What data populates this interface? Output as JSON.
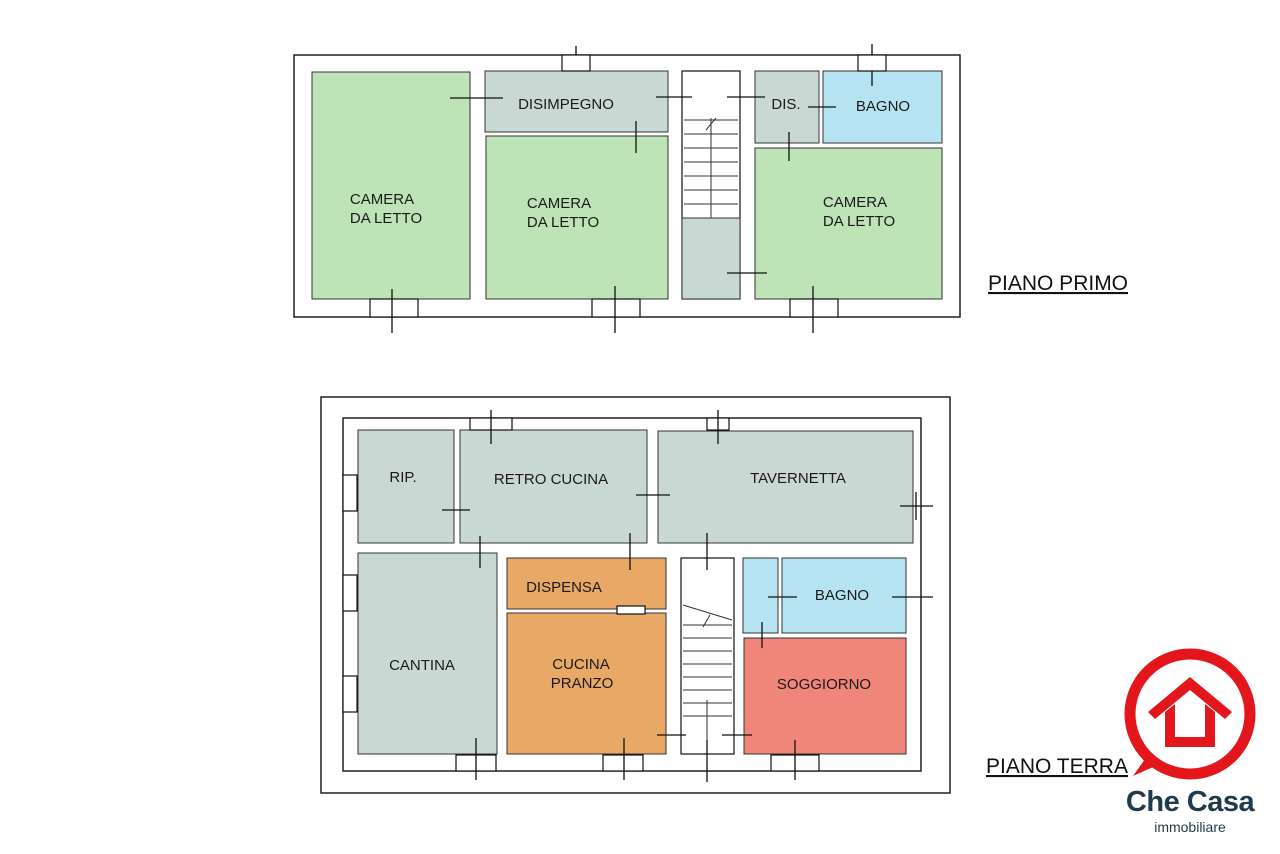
{
  "colors": {
    "bedroom": "#bde3b6",
    "corridor": "#cad8d3",
    "bathroom": "#b5e3f1",
    "kitchen": "#e8a866",
    "living": "#f0867a",
    "logo_red": "#e3161c",
    "logo_text": "#1f3a4b"
  },
  "floors": {
    "primo": {
      "title": "PIANO PRIMO",
      "rooms": {
        "camera1": [
          "CAMERA",
          "DA LETTO"
        ],
        "disimpegno": "DISIMPEGNO",
        "camera2": [
          "CAMERA",
          "DA LETTO"
        ],
        "dis": "DIS.",
        "bagno": "BAGNO",
        "camera3": [
          "CAMERA",
          "DA LETTO"
        ]
      }
    },
    "terra": {
      "title": "PIANO TERRA",
      "rooms": {
        "rip": "RIP.",
        "retro_cucina": "RETRO CUCINA",
        "tavernetta": "TAVERNETTA",
        "dispensa": "DISPENSA",
        "bagno": "BAGNO",
        "cantina": "CANTINA",
        "cucina_pranzo": [
          "CUCINA",
          "PRANZO"
        ],
        "soggiorno": "SOGGIORNO"
      }
    }
  },
  "logo": {
    "icon": "house-in-circle-icon",
    "brand": "Che Casa",
    "subtitle": "immobiliare"
  }
}
